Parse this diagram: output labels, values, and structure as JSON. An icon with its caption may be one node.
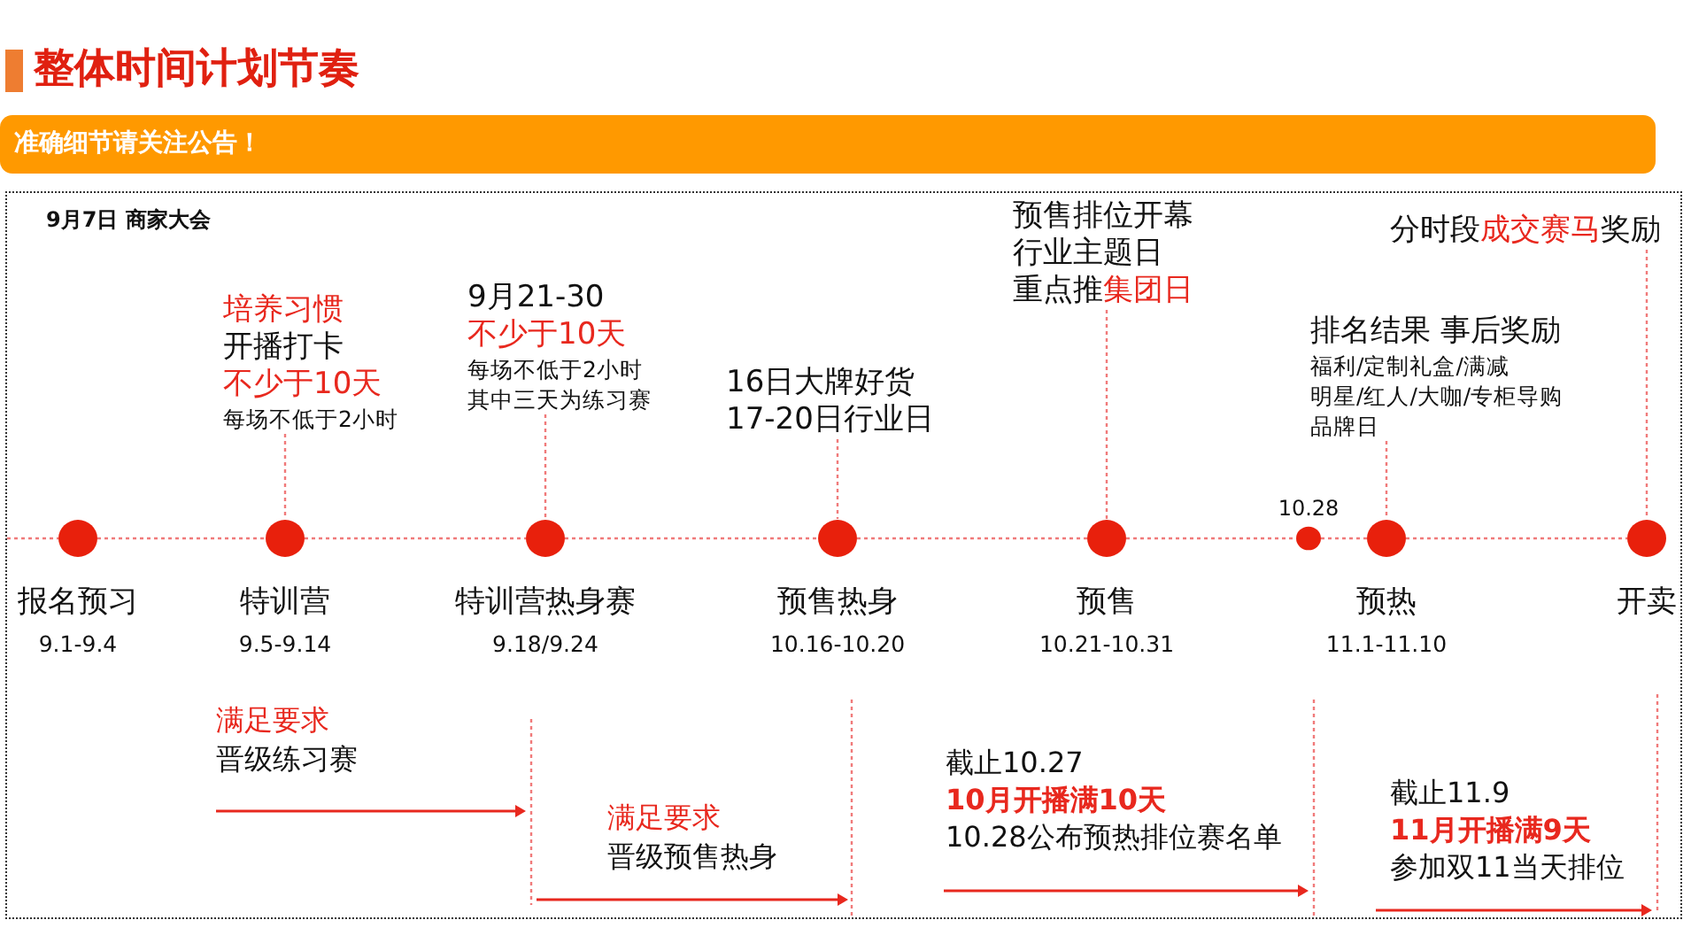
{
  "diagram": {
    "title": "整体时间计划节奏",
    "nodes": [
      {
        "text": [
          "准确细节请关注公告！"
        ]
      },
      {
        "text": [
          "培养习惯",
          "开播打卡",
          "不少于10天",
          "每场不低于2小时"
        ]
      },
      {
        "text": [
          "9月21-30",
          "不少于10天",
          "每场不低于2小时",
          "其中三天为练习赛"
        ]
      },
      {
        "text": [
          "16日大牌好货",
          "17-20日行业日"
        ]
      },
      {
        "text": [
          "预售排位开幕",
          "行业主题日",
          "重点推**集团日**"
        ]
      },
      {
        "text": [
          "排名结果 事后奖励",
          "福利/定制礼盒/满减",
          "明星/红人/大咖/专柜导购",
          "品牌日"
        ]
      },
      {
        "text": [
          "分时段**成交赛马**奖励"
        ]
      },
      {
        "text": [],
        "shape": "circle",
        "beside": [
          "报名预习",
          "9.1-9.4"
        ]
      },
      {
        "text": [],
        "shape": "circle",
        "beside": [
          "特训营",
          "9.5-9.14"
        ]
      },
      {
        "text": [],
        "shape": "circle",
        "beside": [
          "特训营热身赛",
          "9.18/9.24"
        ]
      },
      {
        "text": [],
        "shape": "circle",
        "beside": [
          "预售热身",
          "10.16-10.20"
        ]
      },
      {
        "text": [],
        "shape": "circle",
        "beside": [
          "预售",
          "10.21-10.31"
        ]
      },
      {
        "text": [],
        "shape": "circle",
        "beside": [
          "10.28"
        ]
      },
      {
        "text": [],
        "shape": "circle",
        "beside": [
          "预热",
          "11.1-11.10"
        ]
      },
      {
        "text": [],
        "shape": "circle",
        "beside": [
          "开卖"
        ]
      }
    ],
    "edges": [
      {
        "from": null,
        "to": 7,
        "arrow": "none",
        "style": "dashed"
      },
      {
        "from": 7,
        "to": 8,
        "arrow": "none",
        "style": "dashed"
      },
      {
        "from": 8,
        "to": 9,
        "arrow": "none",
        "style": "dashed"
      },
      {
        "from": 9,
        "to": 10,
        "arrow": "none",
        "style": "dashed"
      },
      {
        "from": 10,
        "to": 11,
        "arrow": "none",
        "style": "dashed"
      },
      {
        "from": 11,
        "to": 12,
        "arrow": "none",
        "style": "dashed"
      },
      {
        "from": 12,
        "to": 13,
        "arrow": "none",
        "style": "dashed"
      },
      {
        "from": 13,
        "to": 14,
        "arrow": "none",
        "style": "dashed"
      },
      {
        "from": 1,
        "to": 8,
        "arrow": "none",
        "style": "dashed"
      },
      {
        "from": 2,
        "to": 9,
        "arrow": "none",
        "style": "dashed"
      },
      {
        "from": 3,
        "to": 10,
        "arrow": "none",
        "style": "dashed"
      },
      {
        "from": 4,
        "to": 11,
        "arrow": "none",
        "style": "dashed"
      },
      {
        "from": 5,
        "to": 13,
        "arrow": "none",
        "style": "dashed"
      },
      {
        "from": 6,
        "to": 14,
        "arrow": "none",
        "style": "dashed"
      }
    ],
    "labels": [
      "9月7日 商家大会",
      "满足要求",
      "晋级练习赛",
      "满足要求",
      "晋级预售热身",
      "截止10.27",
      "10月开播满10天",
      "10.28公布预热排位赛名单",
      "截止11.9",
      "11月开播满9天",
      "参加双11当天排位"
    ]
  }
}
